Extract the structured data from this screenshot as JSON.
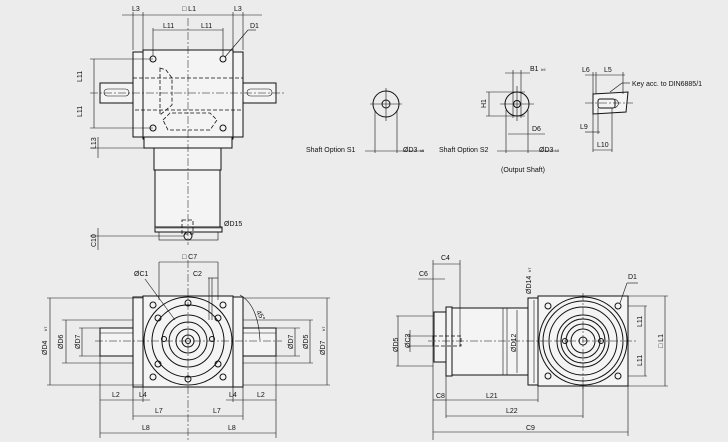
{
  "top_view": {
    "l3_left": "L3",
    "l1": "□ L1",
    "l3_right": "L3",
    "l11_left": "L11",
    "l11_right": "L11",
    "d1": "D1",
    "l11_side_top": "L11",
    "l11_side_bottom": "L11",
    "l13": "L13",
    "d15": "ØD15",
    "c10": "C10"
  },
  "shaft_s1": {
    "label": "Shaft Option S1",
    "d3": "ØD3",
    "d3_tol": "k6"
  },
  "shaft_s2": {
    "label": "Shaft Option S2",
    "d3": "ØD3",
    "d3_tol": "k6",
    "b1": "B1",
    "b1_tol": "h9",
    "h1": "H1",
    "d6": "D6",
    "caption": "(Output Shaft)"
  },
  "key_detail": {
    "l6": "L6",
    "l5": "L5",
    "key_note": "Key acc. to DIN6885/1",
    "l9": "L9",
    "l10": "L10"
  },
  "front_view": {
    "c7": "□ C7",
    "c1": "ØC1",
    "c2": "C2",
    "angle": "45°",
    "d4": "ØD4",
    "d4_tol": "h7",
    "d6": "ØD6",
    "d7_left": "ØD7",
    "d7_right": "ØD7",
    "d5": "ØD5",
    "d7_outer": "ØD7",
    "d7_outer_tol": "h7",
    "l2_left": "L2",
    "l4_left": "L4",
    "l4_right": "L4",
    "l2_right": "L2",
    "l7_left": "L7",
    "l7_right": "L7",
    "l8_left": "L8",
    "l8_right": "L8"
  },
  "side_view": {
    "c4": "C4",
    "c6": "C6",
    "d14": "ØD14",
    "d14_tol": "h7",
    "d1": "D1",
    "d5": "ØD5",
    "c3": "ØC3",
    "d12": "ØD12",
    "l11_top": "L11",
    "l11_bottom": "L11",
    "l1": "□ L1",
    "c8": "C8",
    "l21": "L21",
    "l22": "L22",
    "c9": "C9"
  }
}
